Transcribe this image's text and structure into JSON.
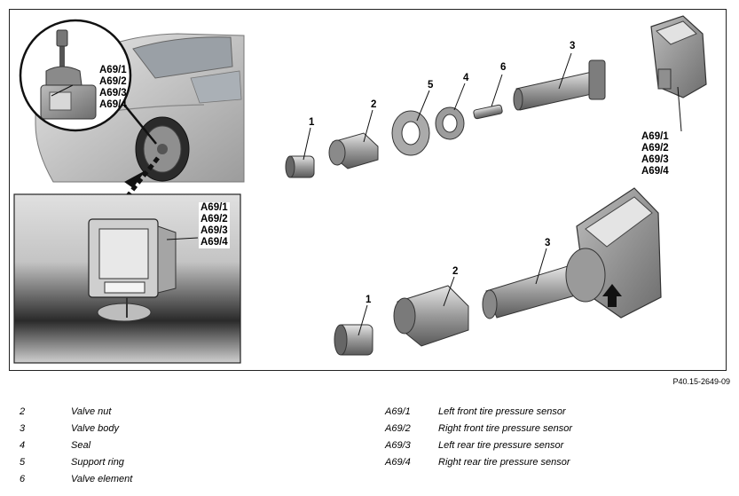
{
  "figure": {
    "code": "P40.15-2649-09",
    "callouts": {
      "inset_top": [
        "A69/1",
        "A69/2",
        "A69/3",
        "A69/4"
      ],
      "inset_bottom": [
        "A69/1",
        "A69/2",
        "A69/3",
        "A69/4"
      ],
      "right_sensor": [
        "A69/1",
        "A69/2",
        "A69/3",
        "A69/4"
      ],
      "part_1_upper": "1",
      "part_2_upper": "2",
      "part_5": "5",
      "part_4": "4",
      "part_6": "6",
      "part_3_upper": "3",
      "part_1_lower": "1",
      "part_2_lower": "2",
      "part_3_lower": "3"
    }
  },
  "legend": {
    "left": [
      {
        "key": "2",
        "value": "Valve nut"
      },
      {
        "key": "3",
        "value": "Valve body"
      },
      {
        "key": "4",
        "value": "Seal"
      },
      {
        "key": "5",
        "value": "Support ring"
      },
      {
        "key": "6",
        "value": "Valve element"
      }
    ],
    "right": [
      {
        "key": "A69/1",
        "value": "Left front tire pressure sensor"
      },
      {
        "key": "A69/2",
        "value": "Right front tire pressure sensor"
      },
      {
        "key": "A69/3",
        "value": "Left rear tire pressure sensor"
      },
      {
        "key": "A69/4",
        "value": "Right rear tire pressure sensor"
      }
    ]
  }
}
